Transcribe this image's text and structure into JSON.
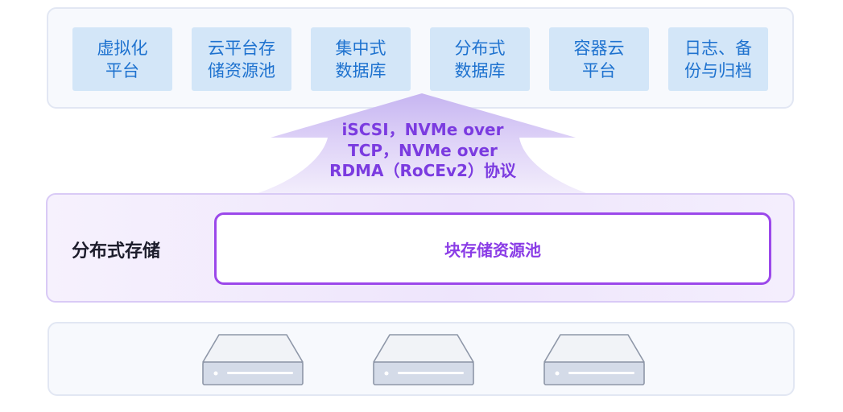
{
  "applications": [
    {
      "lines": [
        "虚拟化",
        "平台"
      ]
    },
    {
      "lines": [
        "云平台存",
        "储资源池"
      ]
    },
    {
      "lines": [
        "集中式",
        "数据库"
      ]
    },
    {
      "lines": [
        "分布式",
        "数据库"
      ]
    },
    {
      "lines": [
        "容器云",
        "平台"
      ]
    },
    {
      "lines": [
        "日志、备",
        "份与归档"
      ]
    }
  ],
  "protocol": {
    "lines": [
      "iSCSI，NVMe over",
      "TCP，NVMe over",
      "RDMA（RoCEv2）协议"
    ]
  },
  "storage": {
    "title": "分布式存储",
    "pool_label": "块存储资源池"
  },
  "servers": [
    {
      "icon": "server-icon"
    },
    {
      "icon": "server-icon"
    },
    {
      "icon": "server-icon"
    }
  ],
  "colors": {
    "app_box_fill": "#d3e6f8",
    "app_text": "#1e72cf",
    "protocol_text": "#7b3be0",
    "pool_border": "#9b48ea",
    "arrow_fill": "#cdbdf3"
  }
}
